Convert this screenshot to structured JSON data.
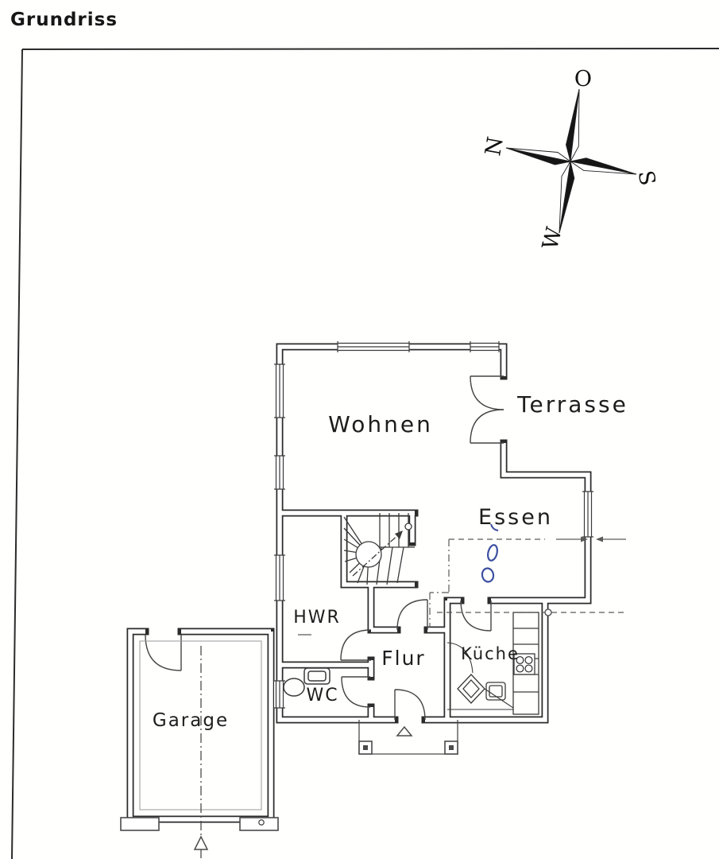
{
  "page": {
    "title": "Grundriss"
  },
  "compass": {
    "east": "O",
    "north": "N",
    "south": "S",
    "west": "W"
  },
  "rooms": {
    "wohnen": "Wohnen",
    "terrasse": "Terrasse",
    "essen": "Essen",
    "hwr": "HWR",
    "flur": "Flur",
    "kueche": "Küche",
    "wc": "WC",
    "garage": "Garage"
  },
  "colors": {
    "ink": "#2b2b2b",
    "pen_blue": "#3c4f9f",
    "paper": "#ffffff"
  }
}
